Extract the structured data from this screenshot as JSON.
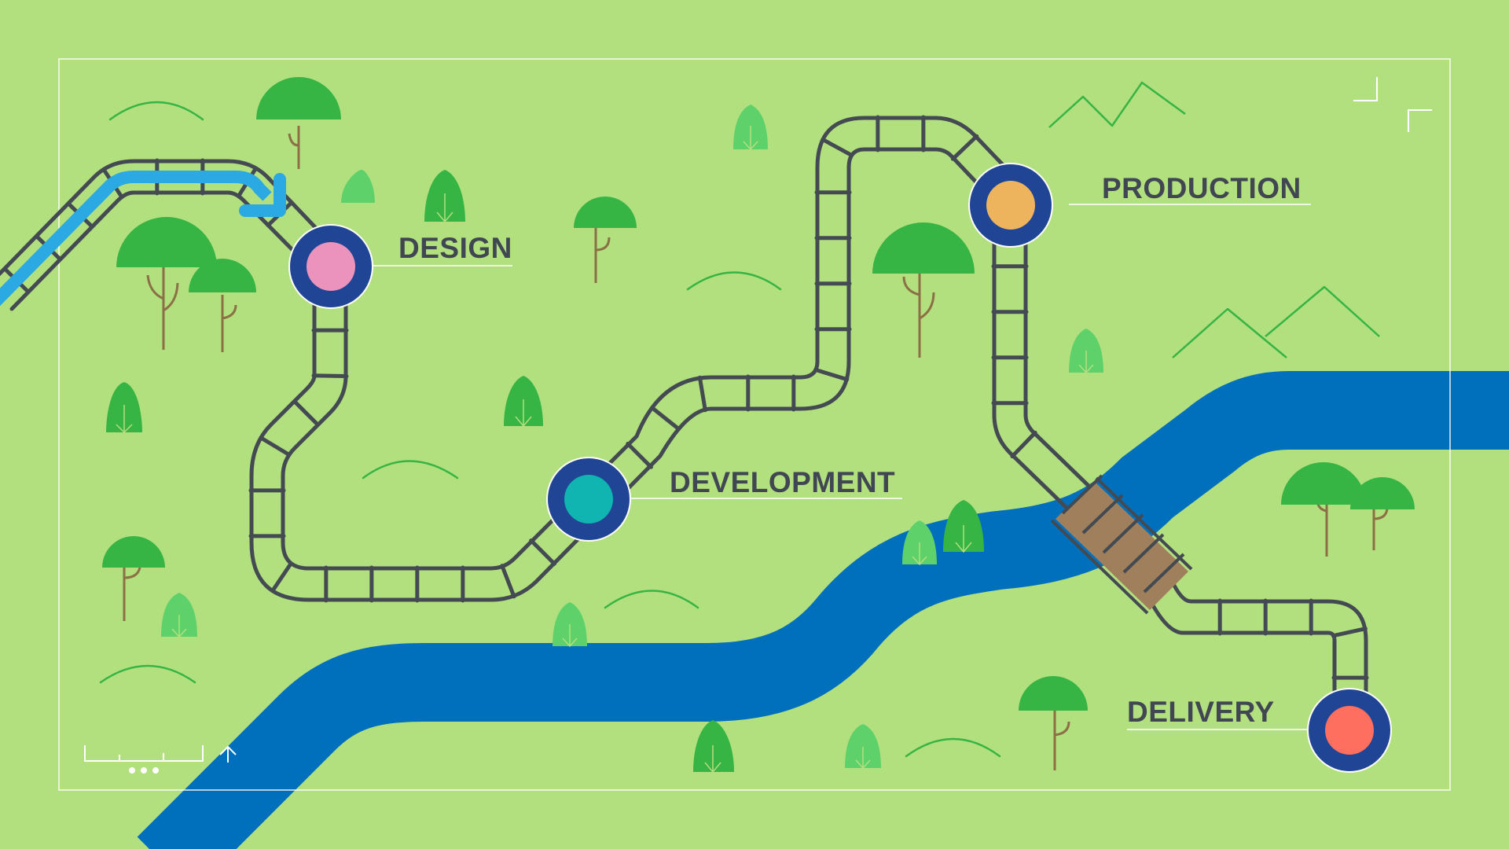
{
  "colors": {
    "background": "#b3e07e",
    "track": "#444a52",
    "river": "#0070bd",
    "bridge": "#a0805c",
    "tree_dark": "#36b444",
    "tree_light": "#5fd16b",
    "trunk": "#8a7044",
    "arrow": "#2aa9e2",
    "label_text": "#404752",
    "marker_ring": "#214595",
    "frame": "#ffffff"
  },
  "stages": [
    {
      "id": "design",
      "label": "DESIGN",
      "color": "#ec93bd"
    },
    {
      "id": "development",
      "label": "DEVELOPMENT",
      "color": "#10b4b0"
    },
    {
      "id": "production",
      "label": "PRODUCTION",
      "color": "#eeb35d"
    },
    {
      "id": "delivery",
      "label": "DELIVERY",
      "color": "#fe6f5f"
    }
  ],
  "decor": {
    "corner_icon": "corner-bracket-icon",
    "scale_icon": "scale-bar-icon",
    "north_icon": "arrow-up-icon"
  }
}
